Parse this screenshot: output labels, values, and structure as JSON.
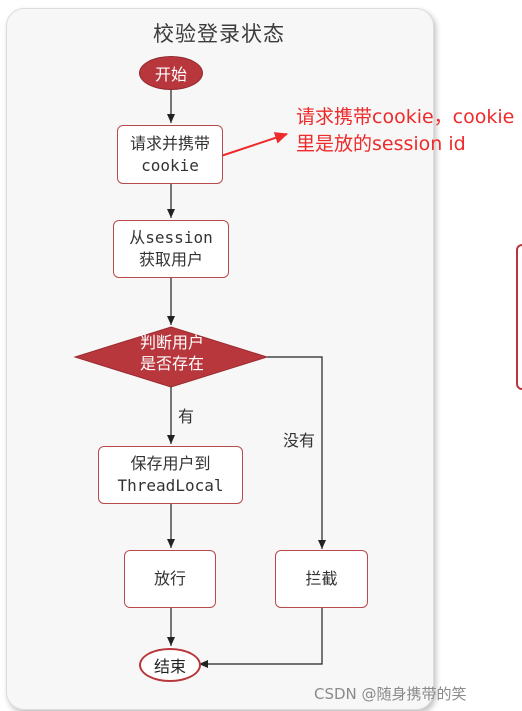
{
  "diagram": {
    "title": "校验登录状态",
    "nodes": {
      "start": "开始",
      "send_cookie": [
        "请求并携带",
        "cookie"
      ],
      "get_user": [
        "从session",
        "获取用户"
      ],
      "decision": [
        "判断用户",
        "是否存在"
      ],
      "save_user": [
        "保存用户到",
        "ThreadLocal"
      ],
      "allow": "放行",
      "intercept": "拦截",
      "end": "结束"
    },
    "edges": {
      "yes": "有",
      "no": "没有"
    },
    "annotation": "请求携带cookie，cookie里是放的session id",
    "colors": {
      "accent": "#b8373c",
      "annotation": "#ee2a2a"
    }
  },
  "watermark": "CSDN @随身携带的笑"
}
